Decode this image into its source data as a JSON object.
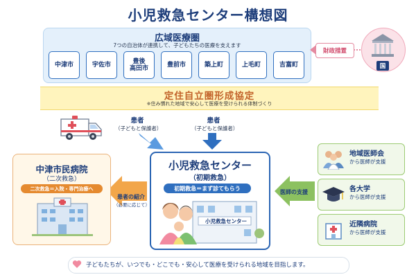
{
  "title": "小児救急センター構想図",
  "region": {
    "title": "広域医療圏",
    "subtitle": "7つの自治体が連携して、子どもたちの医療を支えます",
    "cities": [
      "中津市",
      "宇佐市",
      "豊後\n高田市",
      "豊前市",
      "築上町",
      "上毛町",
      "吉富町"
    ]
  },
  "finance": {
    "label": "財政措置",
    "nation": "国",
    "icon": "government-building-icon"
  },
  "banner": {
    "title": "定住自立圏形成協定",
    "subtitle": "※住み慣れた地域で安心して医療を受けられる体制づくり"
  },
  "patients": [
    {
      "label": "患者",
      "sub": "（子どもと保護者）"
    },
    {
      "label": "患者",
      "sub": "（子どもと保護者）"
    }
  ],
  "hospital": {
    "title": "中津市民病院",
    "sub": "（二次救急）",
    "pill": "二次救急＝入院・専門治療へ"
  },
  "referral": {
    "label": "患者の紹介",
    "note": "（必要に応じて）"
  },
  "center": {
    "title": "小児救急センター",
    "sub": "（初期救急）",
    "pill": "初期救急＝まず診てもらう",
    "building_sign": "小児救急センター"
  },
  "support_label": "医師の支援",
  "supporters": [
    {
      "title": "地域医師会",
      "sub": "から医師が支援",
      "icon": "doctors-group-icon"
    },
    {
      "title": "各大学",
      "sub": "から医師が支援",
      "icon": "graduation-cap-icon"
    },
    {
      "title": "近隣病院",
      "sub": "から医師が支援",
      "icon": "hospital-icon"
    }
  ],
  "footer": "子どもたちが、いつでも・どこでも・安心して医療を受けられる地域を目指します。",
  "colors": {
    "navy": "#1d3d7a",
    "blue": "#2f6fbf",
    "orange": "#e58a2f",
    "pink": "#e58aa0",
    "green": "#7ab04f",
    "yellow": "#fff4bd"
  }
}
